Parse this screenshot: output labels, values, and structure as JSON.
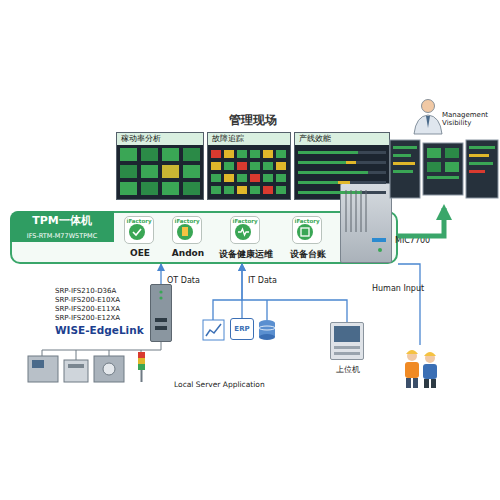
{
  "diagram": {
    "nodes": [
      {
        "text": [
          "管理现场"
        ]
      },
      {
        "text": [
          "稼动率分析"
        ],
        "in": 0
      },
      {
        "text": [
          "故障追踪"
        ],
        "in": 0
      },
      {
        "text": [
          "产线效能"
        ],
        "in": 0
      },
      {
        "text": [
          "Management Visibility"
        ]
      },
      {
        "text": [
          "TPM一体机",
          "IFS-RTM-M77W5TPMC"
        ]
      },
      {
        "text": [
          "iFactory",
          "OEE"
        ],
        "in": 5
      },
      {
        "text": [
          "iFactory",
          "Andon"
        ],
        "in": 5
      },
      {
        "text": [
          "iFactory",
          "设备健康运维"
        ],
        "in": 5
      },
      {
        "text": [
          "iFactory",
          "设备台账"
        ],
        "in": 5
      },
      {
        "text": [
          "MIC7700"
        ]
      },
      {
        "text": [
          "SRP-IFS210-D36A",
          "SRP-IFS200-E10XA",
          "SRP-IFS200-E11XA",
          "SRP-IFS200-E12XA",
          "WISE-EdgeLink"
        ]
      },
      {
        "text": [
          "ERP"
        ]
      },
      {
        "text": [
          "上位机"
        ]
      }
    ],
    "edges": [
      {
        "from": 5,
        "to": 4,
        "arrow": "to"
      },
      {
        "from": 11,
        "to": 5,
        "label": "OT Data",
        "arrow": "to"
      },
      {
        "from": 12,
        "to": 5,
        "label": "IT Data",
        "arrow": "to"
      },
      {
        "from": 13,
        "to": 5,
        "arrow": "to"
      }
    ],
    "labels": [
      "Local Server Application",
      "Human Input"
    ]
  }
}
